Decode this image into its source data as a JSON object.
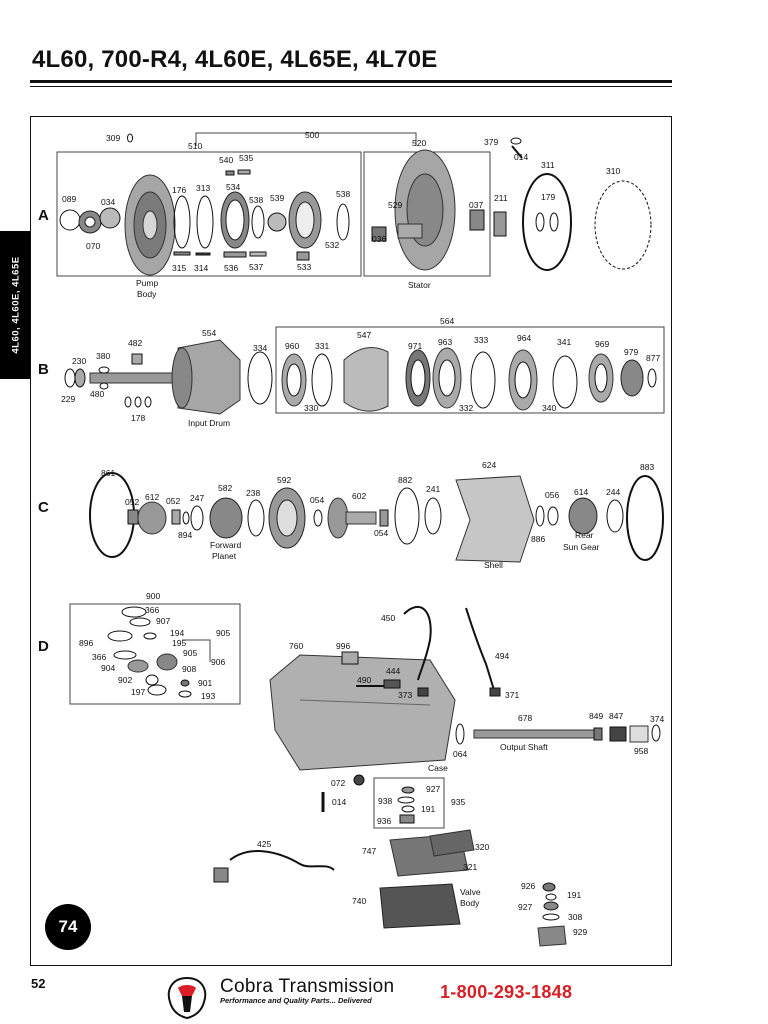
{
  "page": {
    "title": "4L60, 700-R4, 4L60E, 4L65E, 4L70E",
    "side_tab": "4L60, 4L60E, 4L65E",
    "page_circle": "74",
    "page_number": "52"
  },
  "footer": {
    "brand": "Cobra Transmission",
    "tagline": "Performance and Quality Parts... Delivered",
    "phone": "1-800-293-1848"
  },
  "sections": {
    "a": "A",
    "b": "B",
    "c": "C",
    "d": "D"
  },
  "captions": {
    "pump_body": [
      "Pump",
      "Body"
    ],
    "stator": "Stator",
    "input_drum": "Input Drum",
    "forward_planet": [
      "Forward",
      "Planet"
    ],
    "shell": "Shell",
    "rear_sun_gear": [
      "Rear",
      "Sun Gear"
    ],
    "output_shaft": "Output Shaft",
    "case": "Case",
    "valve_body": [
      "Valve",
      "Body"
    ]
  },
  "part_numbers": {
    "a": [
      "309",
      "500",
      "510",
      "520",
      "540",
      "535",
      "534",
      "538",
      "539",
      "538",
      "089",
      "034",
      "176",
      "313",
      "070",
      "532",
      "315",
      "314",
      "536",
      "537",
      "533",
      "529",
      "037",
      "036",
      "379",
      "014",
      "311",
      "179",
      "310",
      "211"
    ],
    "b": [
      "564",
      "482",
      "554",
      "380",
      "230",
      "229",
      "480",
      "178",
      "334",
      "960",
      "331",
      "547",
      "971",
      "963",
      "333",
      "964",
      "341",
      "969",
      "979",
      "877",
      "330",
      "332",
      "340"
    ],
    "c": [
      "861",
      "052",
      "612",
      "052",
      "247",
      "582",
      "238",
      "592",
      "054",
      "602",
      "054",
      "894",
      "882",
      "241",
      "624",
      "056",
      "614",
      "244",
      "886",
      "883"
    ],
    "d": [
      "900",
      "366",
      "907",
      "194",
      "905",
      "896",
      "195",
      "905",
      "366",
      "904",
      "908",
      "906",
      "902",
      "901",
      "197",
      "193",
      "450",
      "494",
      "760",
      "996",
      "444",
      "490",
      "373",
      "371",
      "678",
      "849",
      "847",
      "374",
      "064",
      "958",
      "072",
      "014",
      "927",
      "938",
      "191",
      "935",
      "936",
      "425",
      "747",
      "320",
      "321",
      "740",
      "926",
      "191",
      "927",
      "308",
      "929"
    ]
  }
}
